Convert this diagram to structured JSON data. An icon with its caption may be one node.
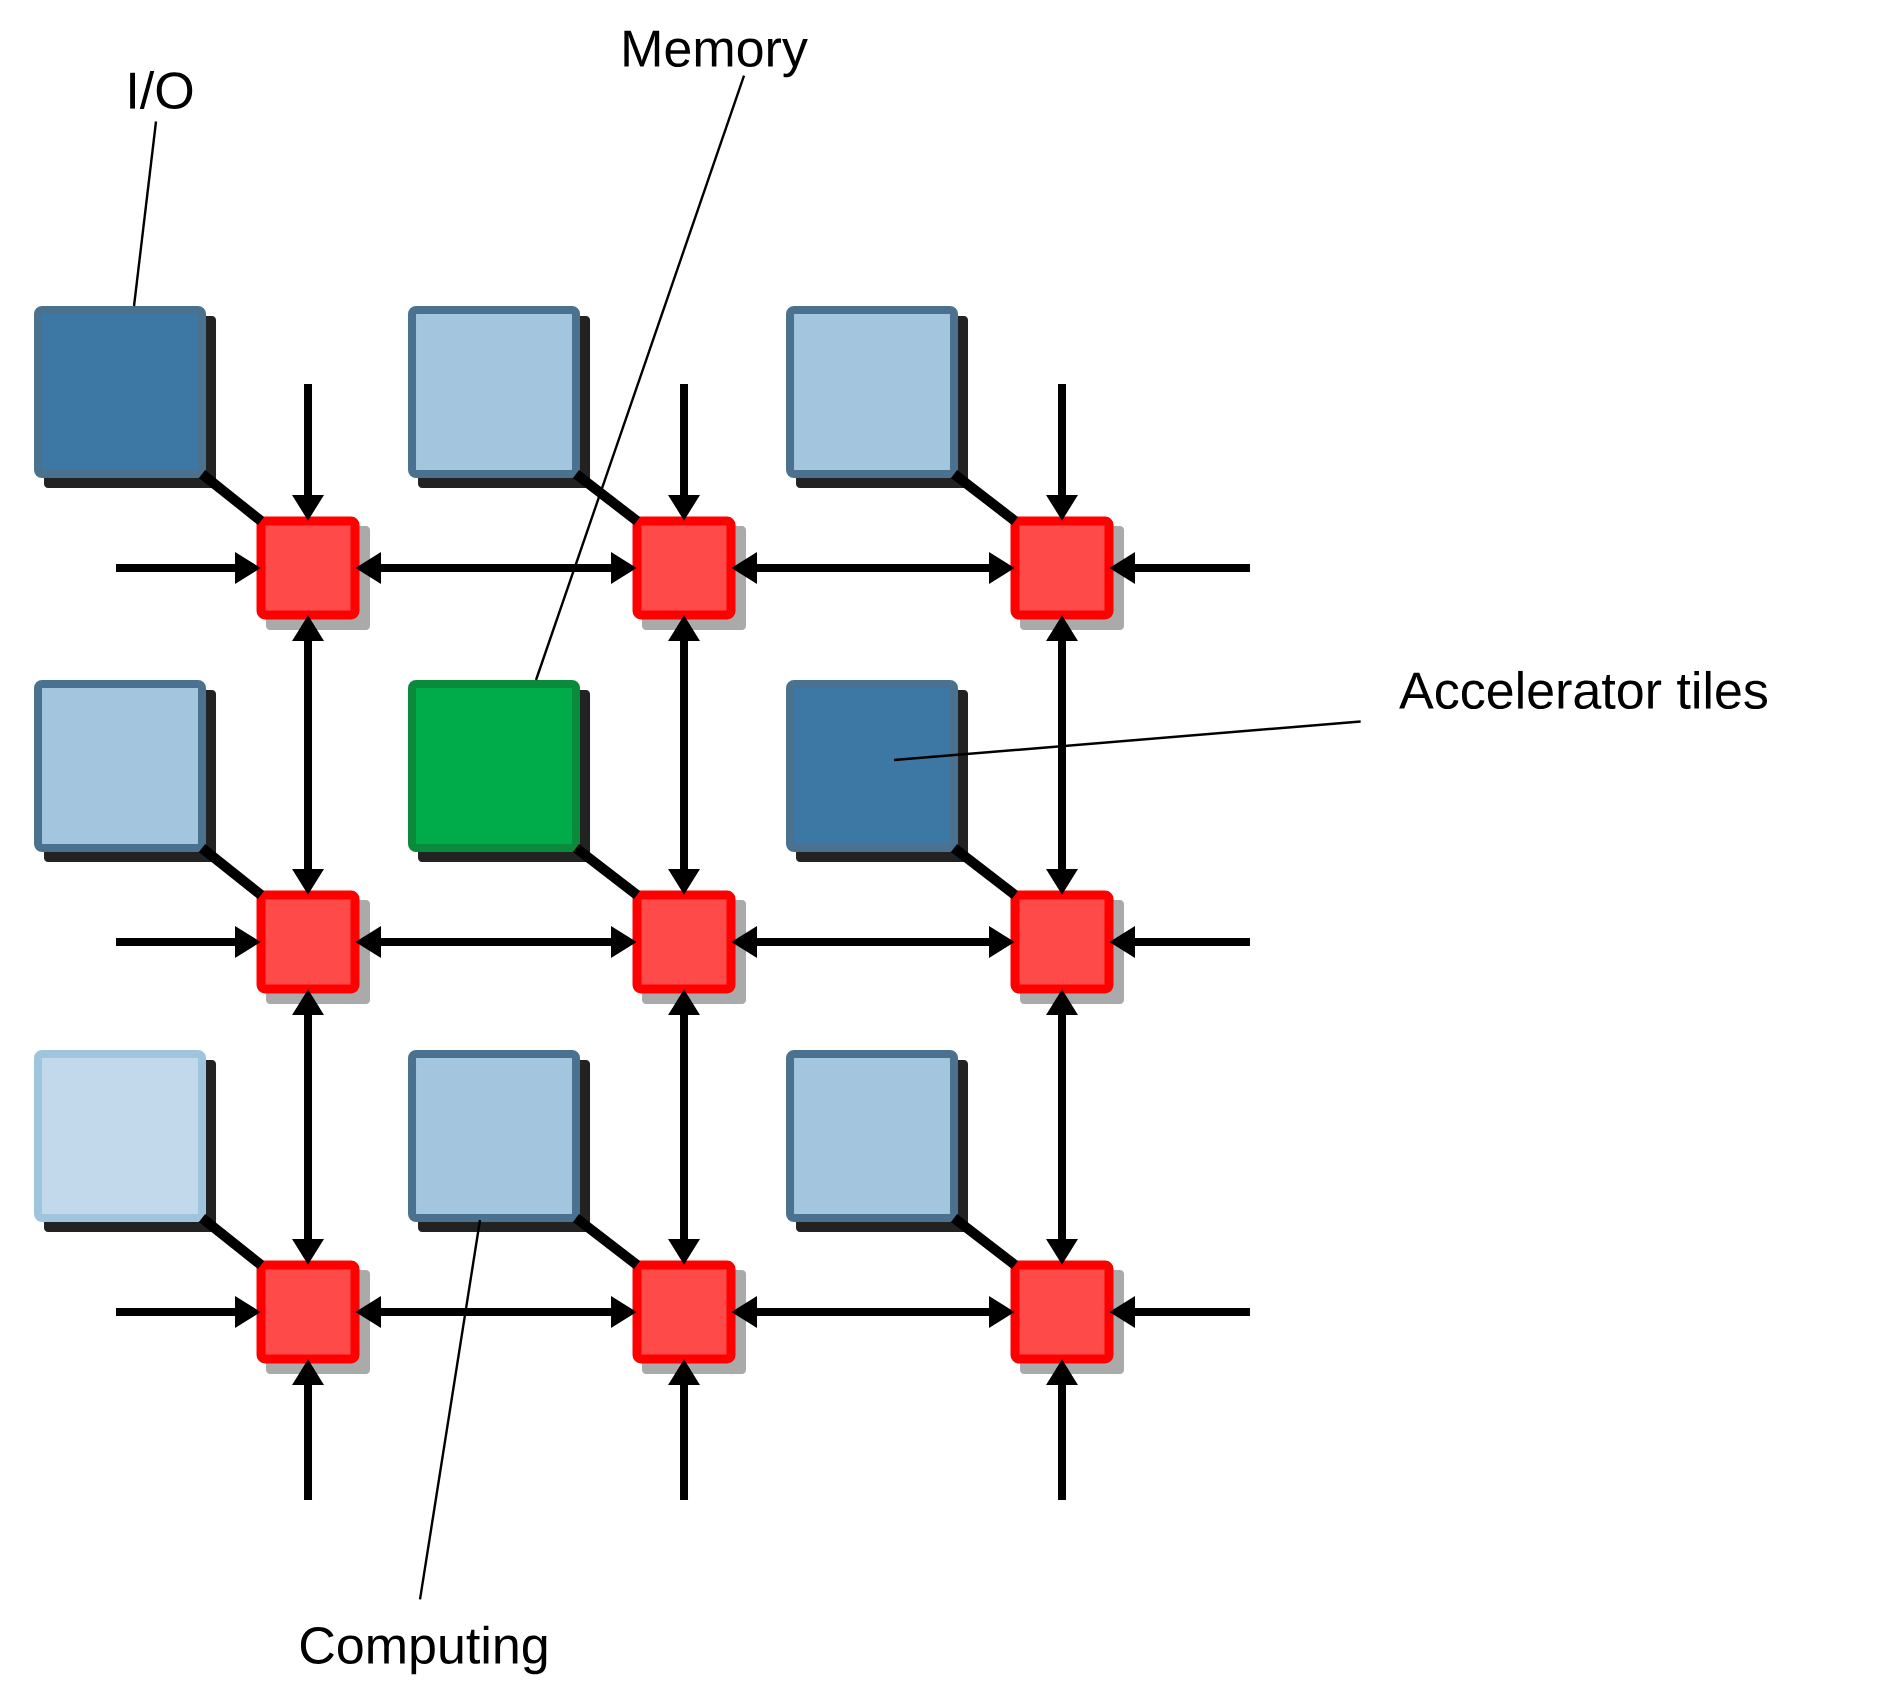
{
  "diagram": {
    "nodes": [
      {
        "text": [
          "I/O"
        ]
      },
      {
        "text": [
          "Memory"
        ]
      },
      {
        "text": [],
        "shape": "box"
      },
      {
        "text": [],
        "shape": "box"
      },
      {
        "text": [],
        "shape": "box"
      },
      {
        "text": [],
        "shape": "box"
      },
      {
        "text": [],
        "shape": "box"
      },
      {
        "text": [],
        "shape": "box"
      },
      {
        "text": [],
        "shape": "box"
      },
      {
        "text": [],
        "shape": "box"
      },
      {
        "text": [],
        "shape": "box"
      },
      {
        "text": [],
        "shape": "box"
      },
      {
        "text": [],
        "shape": "box"
      },
      {
        "text": [],
        "shape": "box"
      },
      {
        "text": [],
        "shape": "box"
      },
      {
        "text": [],
        "shape": "box"
      },
      {
        "text": [],
        "shape": "box"
      },
      {
        "text": [],
        "shape": "box"
      },
      {
        "text": [],
        "shape": "box"
      },
      {
        "text": [],
        "shape": "box"
      },
      {
        "text": [
          "Accelerator tiles"
        ]
      },
      {
        "text": [
          "Computing"
        ]
      }
    ],
    "edges": [
      {
        "from": 2,
        "to": 11,
        "arrow": "none"
      },
      {
        "from": 3,
        "to": 12,
        "arrow": "none"
      },
      {
        "from": 4,
        "to": 13,
        "arrow": "none"
      },
      {
        "from": 5,
        "to": 14,
        "arrow": "none"
      },
      {
        "from": 6,
        "to": 15,
        "arrow": "none"
      },
      {
        "from": 7,
        "to": 16,
        "arrow": "none"
      },
      {
        "from": 8,
        "to": 17,
        "arrow": "none"
      },
      {
        "from": 9,
        "to": 18,
        "arrow": "none"
      },
      {
        "from": 10,
        "to": 19,
        "arrow": "none"
      },
      {
        "from": 11,
        "to": 12,
        "arrow": "both"
      },
      {
        "from": 12,
        "to": 13,
        "arrow": "both"
      },
      {
        "from": 14,
        "to": 15,
        "arrow": "both"
      },
      {
        "from": 15,
        "to": 16,
        "arrow": "both"
      },
      {
        "from": 17,
        "to": 18,
        "arrow": "both"
      },
      {
        "from": 18,
        "to": 19,
        "arrow": "both"
      },
      {
        "from": 11,
        "to": 14,
        "arrow": "both"
      },
      {
        "from": 12,
        "to": 15,
        "arrow": "both"
      },
      {
        "from": 13,
        "to": 16,
        "arrow": "both"
      },
      {
        "from": 14,
        "to": 17,
        "arrow": "both"
      },
      {
        "from": 15,
        "to": 18,
        "arrow": "both"
      },
      {
        "from": 16,
        "to": 19,
        "arrow": "both"
      },
      {
        "from": null,
        "to": 11,
        "arrow": "to"
      },
      {
        "from": null,
        "to": 12,
        "arrow": "to"
      },
      {
        "from": null,
        "to": 13,
        "arrow": "to"
      },
      {
        "from": null,
        "to": 11,
        "arrow": "to"
      },
      {
        "from": null,
        "to": 14,
        "arrow": "to"
      },
      {
        "from": null,
        "to": 17,
        "arrow": "to"
      },
      {
        "from": null,
        "to": 13,
        "arrow": "to"
      },
      {
        "from": null,
        "to": 16,
        "arrow": "to"
      },
      {
        "from": null,
        "to": 19,
        "arrow": "to"
      },
      {
        "from": null,
        "to": 17,
        "arrow": "to"
      },
      {
        "from": null,
        "to": 18,
        "arrow": "to"
      },
      {
        "from": null,
        "to": 19,
        "arrow": "to"
      },
      {
        "from": 0,
        "to": 2,
        "arrow": "none"
      },
      {
        "from": 1,
        "to": 6,
        "arrow": "none"
      },
      {
        "from": 20,
        "to": 7,
        "arrow": "none"
      },
      {
        "from": 21,
        "to": 9,
        "arrow": "none"
      }
    ]
  }
}
